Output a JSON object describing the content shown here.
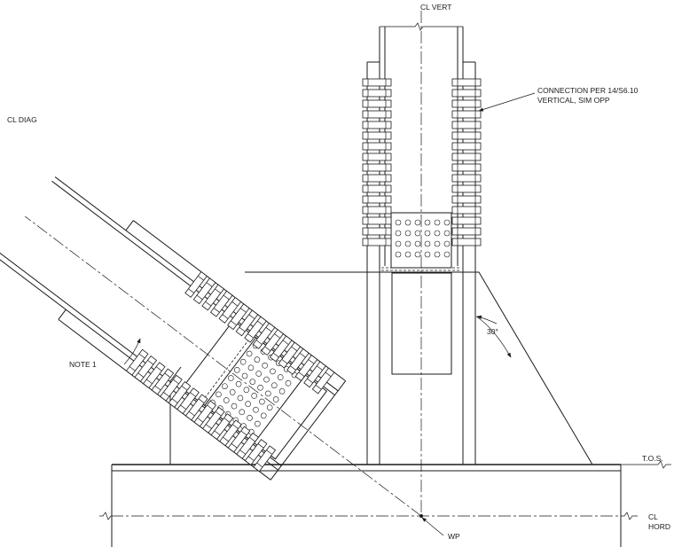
{
  "drawing": {
    "labels": {
      "cl_vert": "CL VERT",
      "cl_diag": "CL DIAG",
      "connection_line1": "CONNECTION PER 14/S6.10",
      "connection_line2": "VERTICAL, SIM OPP",
      "angle": "30°",
      "note": "NOTE 1",
      "tos": "T.O.S.",
      "cl_hord_line1": "CL",
      "cl_hord_line2": "HORD",
      "wp": "WP"
    },
    "colors": {
      "ink": "#1a1a1a",
      "paper": "#ffffff"
    }
  }
}
